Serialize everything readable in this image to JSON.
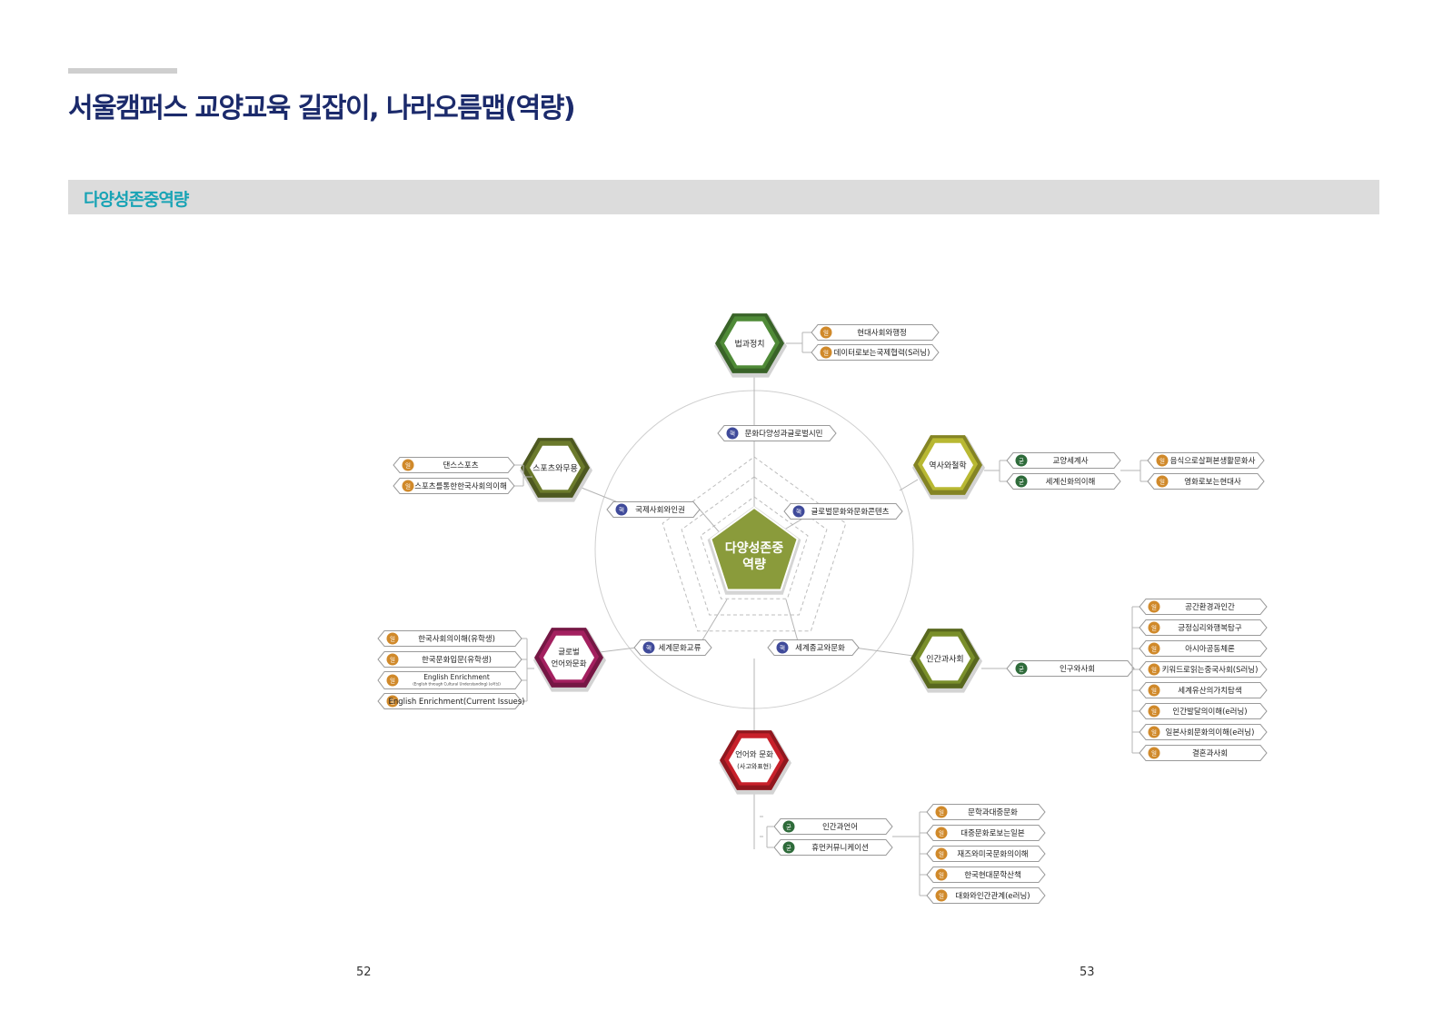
{
  "header": {
    "title": "서울캠퍼스 교양교육 길잡이, 나라오름맵(역량)",
    "section": "다양성존중역량"
  },
  "center": {
    "line1": "다양성존중",
    "line2": "역량"
  },
  "competencies": [
    {
      "badge": "핵",
      "label": "문화다양성과글로벌시민"
    },
    {
      "badge": "핵",
      "label": "글로벌문화와문화콘텐츠"
    },
    {
      "badge": "핵",
      "label": "세계종교와문화"
    },
    {
      "badge": "핵",
      "label": "세계문화교류"
    },
    {
      "badge": "핵",
      "label": "국제사회와인권"
    }
  ],
  "areas": [
    {
      "key": "law",
      "lines": [
        "법과정치"
      ],
      "color": "#4f8a37"
    },
    {
      "key": "history",
      "lines": [
        "역사와철학"
      ],
      "color": "#b8b832"
    },
    {
      "key": "human",
      "lines": [
        "인간과사회"
      ],
      "color": "#7a8f2a"
    },
    {
      "key": "lang",
      "lines": [
        "언어와 문화",
        "(사고와표현)"
      ],
      "color": "#c8202a"
    },
    {
      "key": "global",
      "lines": [
        "글로벌",
        "언어와문화"
      ],
      "color": "#a3205f"
    },
    {
      "key": "sports",
      "lines": [
        "스포츠와무용"
      ],
      "color": "#6b7a2c"
    }
  ],
  "courses": {
    "law": [
      {
        "badge": "일",
        "label": "현대사회와행정"
      },
      {
        "badge": "일",
        "label": "데이터로보는국제협력(S러닝)"
      }
    ],
    "history_core": [
      {
        "badge": "균",
        "label": "교양세계사"
      },
      {
        "badge": "균",
        "label": "세계신화의이해"
      }
    ],
    "history_general": [
      {
        "badge": "일",
        "label": "음식으로살펴본생활문화사"
      },
      {
        "badge": "일",
        "label": "영화로보는현대사"
      }
    ],
    "human_core": [
      {
        "badge": "균",
        "label": "인구와사회"
      }
    ],
    "human_general": [
      {
        "badge": "일",
        "label": "공간환경과인간"
      },
      {
        "badge": "일",
        "label": "긍정심리와행복탐구"
      },
      {
        "badge": "일",
        "label": "아시아공동체론"
      },
      {
        "badge": "일",
        "label": "키워드로읽는중국사회(S러닝)"
      },
      {
        "badge": "일",
        "label": "세계유산의가치탐색"
      },
      {
        "badge": "일",
        "label": "인간발달의이해(e러닝)"
      },
      {
        "badge": "일",
        "label": "일본사회문화의이해(e러닝)"
      },
      {
        "badge": "일",
        "label": "결혼과사회"
      }
    ],
    "lang_core": [
      {
        "badge": "균",
        "label": "인간과언어"
      },
      {
        "badge": "균",
        "label": "휴먼커뮤니케이션"
      }
    ],
    "lang_general": [
      {
        "badge": "일",
        "label": "문학과대중문화"
      },
      {
        "badge": "일",
        "label": "대중문화로보는일본"
      },
      {
        "badge": "일",
        "label": "재즈와미국문화의이해"
      },
      {
        "badge": "일",
        "label": "한국현대문학산책"
      },
      {
        "badge": "일",
        "label": "대화와인간관계(e러닝)"
      }
    ],
    "global": [
      {
        "badge": "일",
        "label": "한국사회의이해(유학생)"
      },
      {
        "badge": "일",
        "label": "한국문화입문(유학생)"
      },
      {
        "badge": "일",
        "label": "English Enrichment",
        "sub": "(English through Cultural Understanding) (e러닝)"
      },
      {
        "badge": "일",
        "label": "English Enrichment(Current Issues)"
      }
    ],
    "sports": [
      {
        "badge": "일",
        "label": "댄스스포츠"
      },
      {
        "badge": "일",
        "label": "스포츠를통한한국사회의이해"
      }
    ]
  },
  "colors": {
    "core_badge": "#3f4a9a",
    "balance_badge": "#2e6b3a",
    "general_badge": "#d0892a",
    "pentagon": "#8a9b3b",
    "title": "#1b2a6b",
    "section": "#18a3b5"
  },
  "pages": {
    "left": "52",
    "right": "53"
  }
}
